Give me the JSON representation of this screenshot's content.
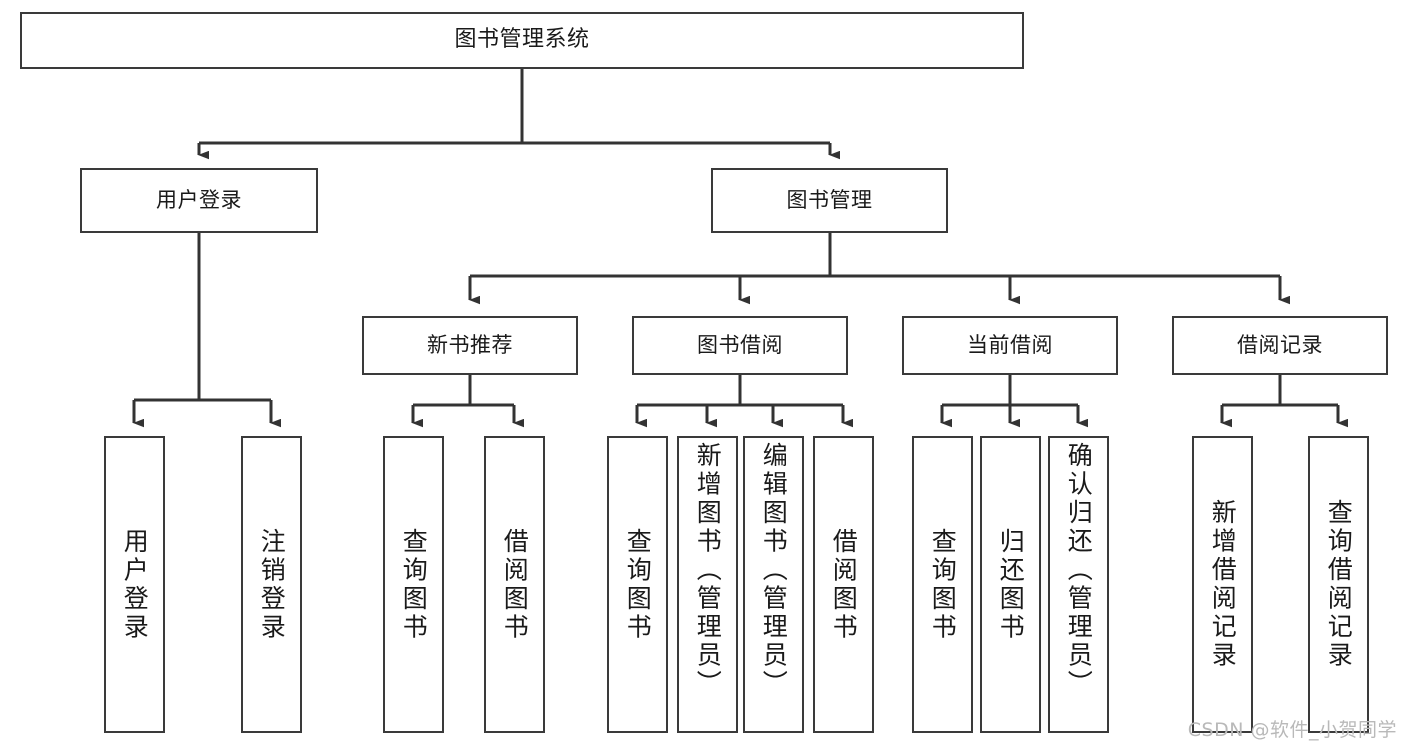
{
  "diagram": {
    "title_text": "图书管理系统",
    "type": "tree-hierarchy-diagram",
    "theme": {
      "background": "#ffffff",
      "border_color": "#3a3a3a",
      "text_color": "#1a1a1a",
      "watermark_color": "#b9b9b9"
    },
    "watermark": "CSDN @软件_小贺同学",
    "nodes": {
      "root": {
        "label": "图书管理系统"
      },
      "level2": [
        {
          "id": "user-login",
          "label": "用户登录"
        },
        {
          "id": "book-management",
          "label": "图书管理"
        }
      ],
      "level3": [
        {
          "id": "new-book-recommend",
          "label": "新书推荐"
        },
        {
          "id": "book-borrow",
          "label": "图书借阅"
        },
        {
          "id": "current-borrow",
          "label": "当前借阅"
        },
        {
          "id": "borrow-record",
          "label": "借阅记录"
        }
      ],
      "leaves": {
        "user_login": [
          {
            "id": "leaf-user-login",
            "label": "用户登录"
          },
          {
            "id": "leaf-logout-login",
            "label": "注销登录"
          }
        ],
        "new_book_recommend": [
          {
            "id": "leaf-query-book-1",
            "label": "查询图书"
          },
          {
            "id": "leaf-borrow-book-1",
            "label": "借阅图书"
          }
        ],
        "book_borrow": [
          {
            "id": "leaf-query-book-2",
            "label": "查询图书"
          },
          {
            "id": "leaf-add-book",
            "label": "新增图书（管理员）"
          },
          {
            "id": "leaf-edit-book",
            "label": "编辑图书（管理员）"
          },
          {
            "id": "leaf-borrow-book-2",
            "label": "借阅图书"
          }
        ],
        "current_borrow": [
          {
            "id": "leaf-query-book-3",
            "label": "查询图书"
          },
          {
            "id": "leaf-return-book",
            "label": "归还图书"
          },
          {
            "id": "leaf-confirm-return",
            "label": "确认归还（管理员）"
          }
        ],
        "borrow_record": [
          {
            "id": "leaf-add-record",
            "label": "新增借阅记录"
          },
          {
            "id": "leaf-query-record",
            "label": "查询借阅记录"
          }
        ]
      }
    }
  }
}
